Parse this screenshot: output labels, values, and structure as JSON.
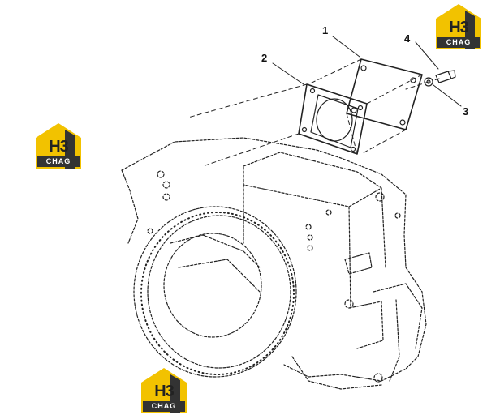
{
  "callouts": [
    {
      "id": "1",
      "label": "1"
    },
    {
      "id": "2",
      "label": "2"
    },
    {
      "id": "3",
      "label": "3"
    },
    {
      "id": "4",
      "label": "4"
    }
  ],
  "watermarks": [
    {
      "top": "H3",
      "bottom": "CHAG"
    },
    {
      "top": "H3",
      "bottom": "CHAG"
    },
    {
      "top": "H3",
      "bottom": "CHAG"
    }
  ],
  "colors": {
    "logo_yellow": "#f2c200",
    "logo_dark": "#333333",
    "line": "#222222"
  }
}
